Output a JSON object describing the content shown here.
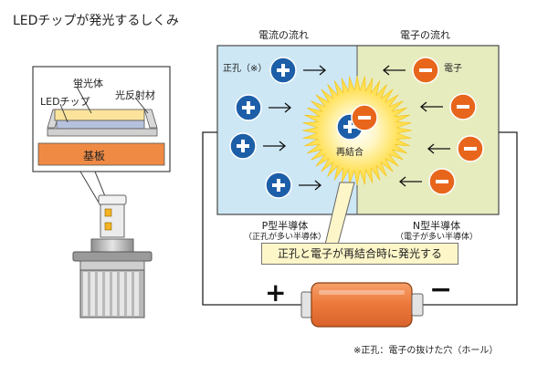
{
  "title": "LEDチップが発光するしくみ",
  "led_detail": {
    "phosphor": "蛍光体",
    "led_chip": "LEDチップ",
    "reflector": "光反射材",
    "substrate": "基板"
  },
  "panel": {
    "left_top": "電流の流れ",
    "right_top": "電子の流れ",
    "hole_label": "正孔（※）",
    "electron_label": "電子",
    "recombination": "再結合",
    "p_type": "P型半導体",
    "p_type_sub": "（正孔が多い半導体）",
    "n_type": "N型半導体",
    "n_type_sub": "（電子が多い半導体）",
    "callout": "正孔と電子が再結合時に発光する"
  },
  "battery": {
    "plus": "+",
    "minus": "−"
  },
  "footnote": "※正孔：電子の抜けた穴（ホール）",
  "colors": {
    "p_region": "#cde7f5",
    "n_region": "#e7ecbf",
    "hole": "#1d5ea8",
    "electron": "#e8661c",
    "glow": "#ffe15a",
    "callout_bg": "#fdf6c9",
    "substrate": "#ef8a45",
    "phosphor": "#fbe39b",
    "led_chip": "#b6c2dd"
  },
  "icons": [
    "plus-icon",
    "minus-icon",
    "right-arrow-icon",
    "left-arrow-icon",
    "battery-icon",
    "led-bulb-icon"
  ]
}
